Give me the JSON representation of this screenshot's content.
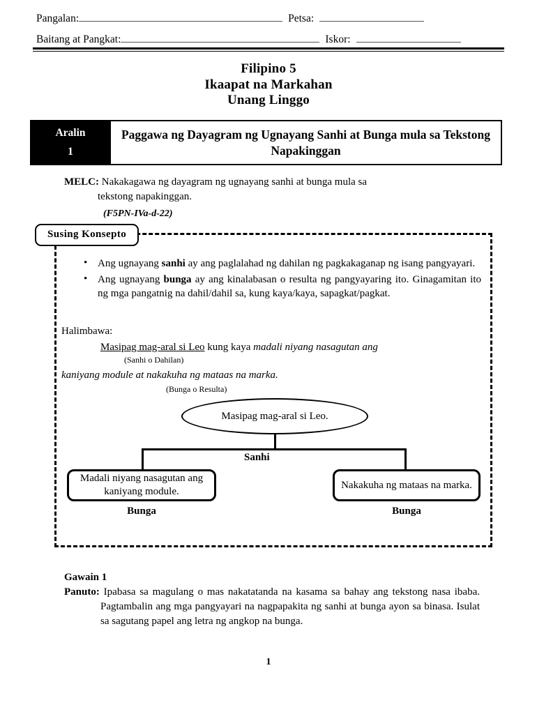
{
  "header": {
    "name_label": "Pangalan:",
    "date_label": "Petsa:",
    "section_label": "Baitang at Pangkat:",
    "score_label": "Iskor:",
    "name_value": "",
    "date_value": "",
    "section_value": "",
    "score_value": ""
  },
  "title": {
    "line1": "Filipino 5",
    "line2": "Ikaapat na Markahan",
    "line3": "Unang Linggo"
  },
  "banner": {
    "tag_word": "Aralin",
    "tag_number": "1",
    "lesson_title": "Paggawa ng Dayagram ng Ugnayang Sanhi at Bunga mula sa Tekstong Napakinggan"
  },
  "melc": {
    "label": "MELC:",
    "line1": "Nakakagawa ng dayagram ng ugnayang sanhi at bunga mula sa",
    "line2": "tekstong napakinggan.",
    "code": "(F5PN-IVa-d-22)"
  },
  "konsepto": {
    "label": "Susing Konsepto",
    "bullets": [
      {
        "pre": "Ang ugnayang ",
        "bold": "sanhi",
        "post": " ay ang paglalahad ng dahilan ng pagkakaganap ng isang pangyayari."
      },
      {
        "pre": "Ang ugnayang ",
        "bold": "bunga",
        "post": " ay ang kinalabasan o resulta ng pangyayaring ito. Ginagamitan ito ng mga pangatnig na dahil/dahil sa, kung kaya/kaya, sapagkat/pagkat."
      }
    ],
    "halimbawa_label": "Halimbawa:",
    "example_underlined": "Masipag mag-aral si Leo",
    "example_mid": " kung kaya ",
    "example_italic1": "madali niyang nasagutan ang",
    "caption1": "(Sanhi o Dahilan)",
    "example_italic2": "kaniyang module at nakakuha ng mataas na marka.",
    "caption2": "(Bunga o Resulta)"
  },
  "diagram": {
    "cause_text": "Masipag mag-aral si Leo.",
    "cause_label": "Sanhi",
    "effects": [
      {
        "text": "Madali niyang nasagutan ang kaniyang module.",
        "label": "Bunga"
      },
      {
        "text": "Nakakuha ng mataas na marka.",
        "label": "Bunga"
      }
    ]
  },
  "gawain": {
    "title": "Gawain 1",
    "panuto_label": "Panuto:",
    "panuto_text": " Ipabasa sa magulang o mas nakatatanda na kasama sa bahay ang tekstong nasa ibaba. Pagtambalin ang mga pangyayari na nagpapakita ng sanhi at bunga ayon sa binasa. Isulat sa sagutang papel ang letra ng angkop na bunga."
  },
  "footer": {
    "page_number": "1"
  }
}
